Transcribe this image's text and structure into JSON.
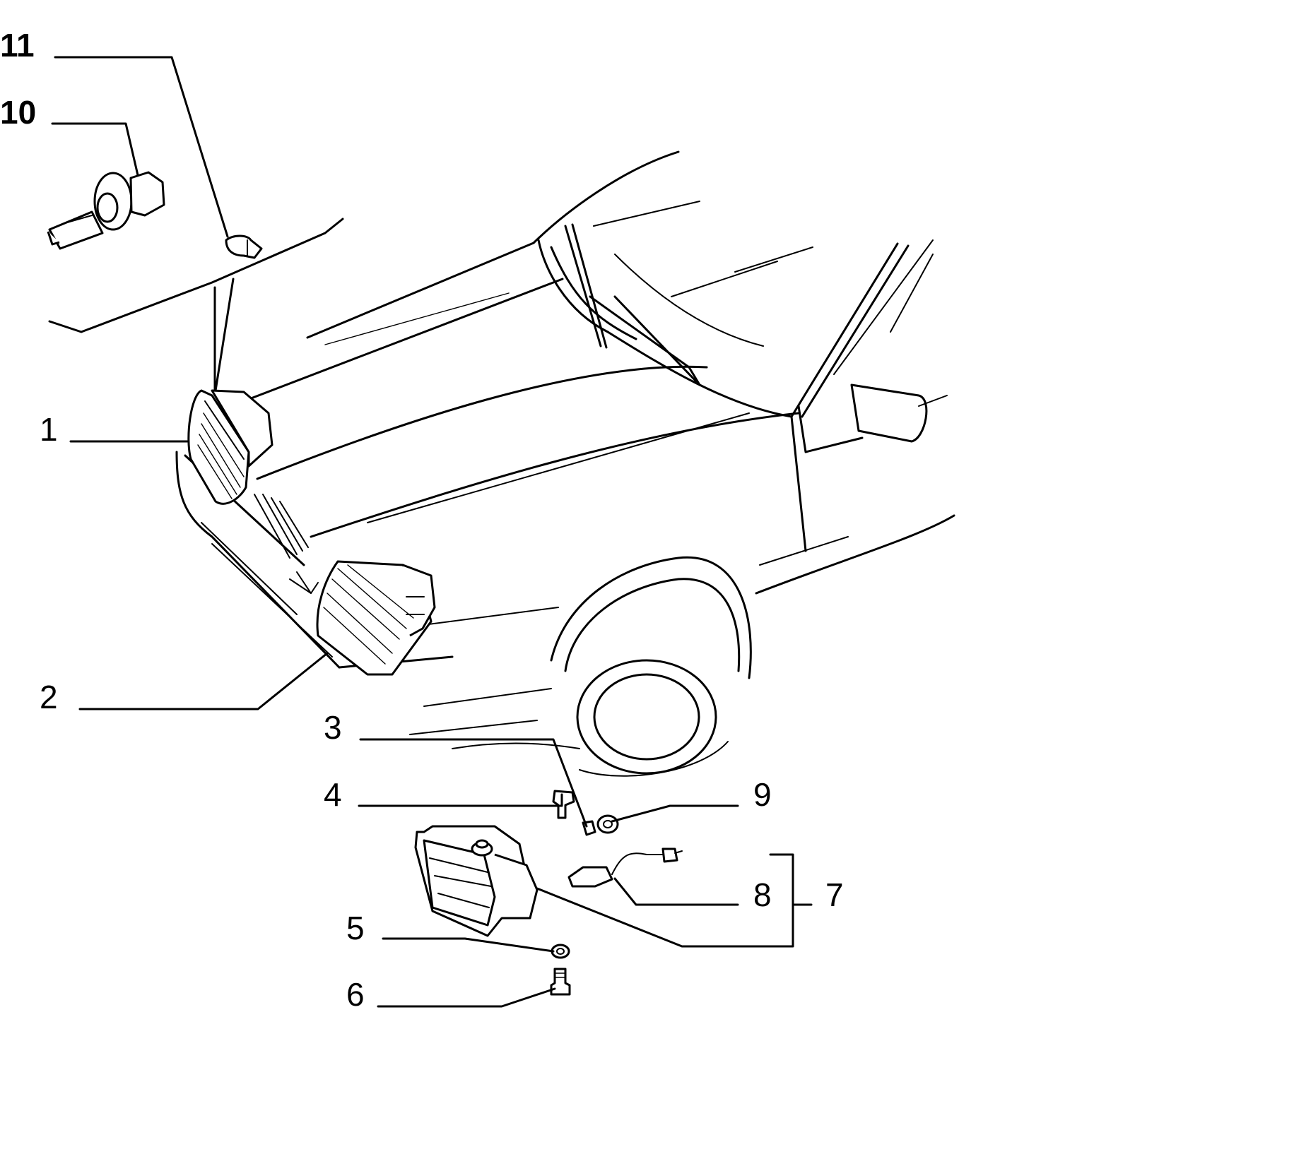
{
  "callouts": {
    "c1": "1",
    "c2": "2",
    "c3": "3",
    "c4": "4",
    "c5": "5",
    "c6": "6",
    "c7": "7",
    "c8": "8",
    "c9": "9",
    "c10": "10",
    "c11": "11"
  },
  "colors": {
    "ink": "#000000",
    "paper": "#ffffff"
  }
}
